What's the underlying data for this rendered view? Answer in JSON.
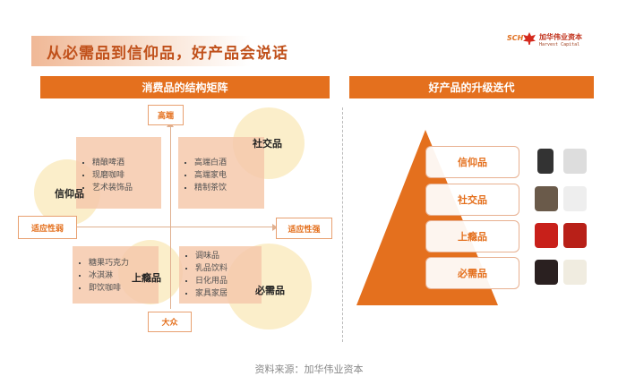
{
  "title": "从必需品到信仰品，好产品会说话",
  "logo": {
    "mark": "SCH",
    "cn": "加华伟业资本",
    "en": "Harvest Capital"
  },
  "left": {
    "header": "消费品的结构矩阵",
    "axes": {
      "top": "高端",
      "bottom": "大众",
      "left": "适应性弱",
      "right": "适应性强"
    },
    "categories": {
      "tl": "信仰品",
      "tr": "社交品",
      "bl": "上瘾品",
      "br": "必需品"
    },
    "quadrants": {
      "tl": [
        "精酿啤酒",
        "现磨咖啡",
        "艺术装饰品"
      ],
      "tr": [
        "高端白酒",
        "高端家电",
        "精制茶饮"
      ],
      "bl": [
        "糖果巧克力",
        "冰淇淋",
        "即饮咖啡"
      ],
      "br": [
        "调味品",
        "乳品饮料",
        "日化用品",
        "家具家居"
      ]
    }
  },
  "right": {
    "header": "好产品的升级迭代",
    "levels": [
      {
        "label": "信仰品",
        "products": [
          "phone-icon",
          "car-icon"
        ]
      },
      {
        "label": "社交品",
        "products": [
          "watch-icon",
          "coffee-cup-icon"
        ]
      },
      {
        "label": "上瘾品",
        "products": [
          "snack-pack-icon",
          "tea-box-icon"
        ]
      },
      {
        "label": "必需品",
        "products": [
          "soy-sauce-icon",
          "buns-icon"
        ]
      }
    ]
  },
  "caption": "资料来源：加华伟业资本",
  "colors": {
    "accent": "#e4701e",
    "title": "#c0501a"
  }
}
